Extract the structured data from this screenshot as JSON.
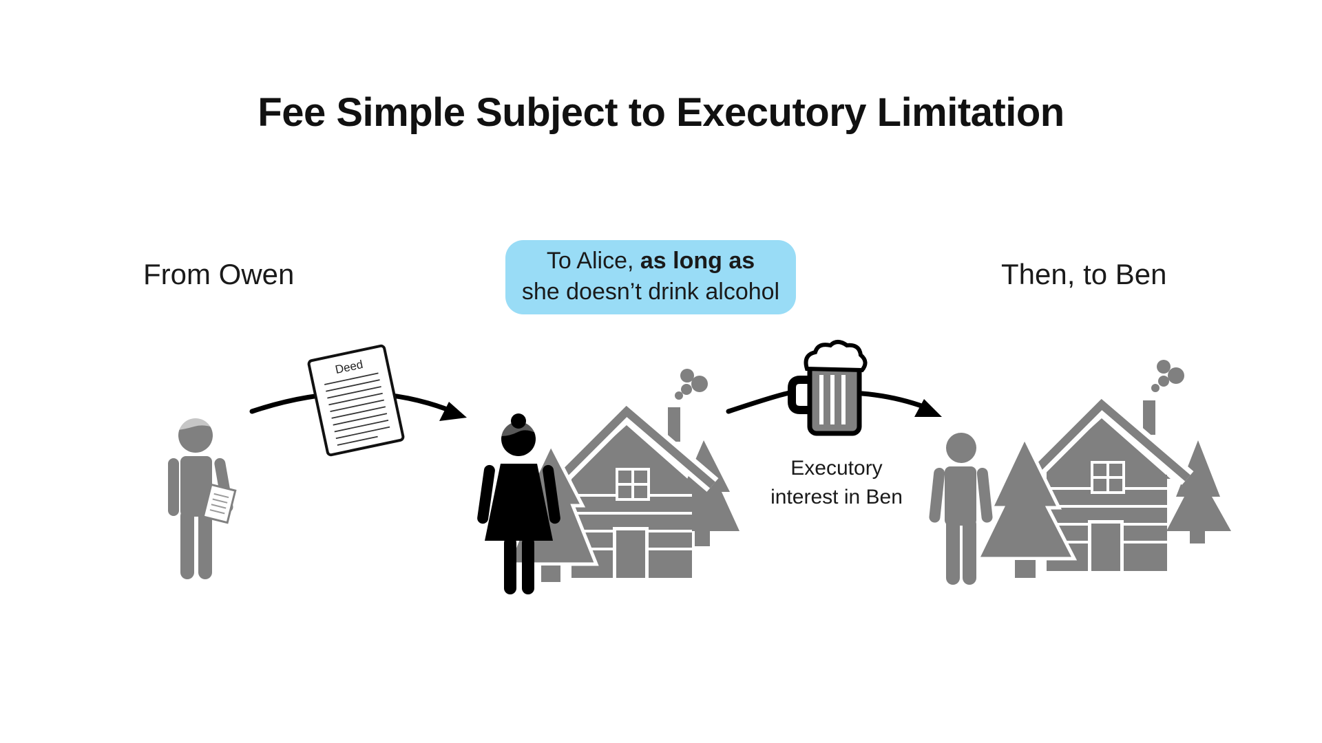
{
  "title": "Fee Simple Subject to Executory Limitation",
  "grantor": {
    "label": "From Owen",
    "icon": "man-holding-deed-icon"
  },
  "transfer_document": {
    "label": "Deed",
    "icon": "deed-document-icon"
  },
  "grant": {
    "line1_prefix": "To Alice, ",
    "line1_emphasis": "as long as",
    "line2": "she doesn’t drink alcohol",
    "box_color": "#99dcf6"
  },
  "trigger": {
    "icon": "beer-mug-icon",
    "line1": "Executory",
    "line2": "interest in Ben"
  },
  "grantee_after": {
    "label": "Then, to Ben"
  },
  "colors": {
    "gray_figure": "#808080",
    "black_figure": "#000000",
    "arrow": "#000000",
    "condition_box": "#99dcf6"
  }
}
